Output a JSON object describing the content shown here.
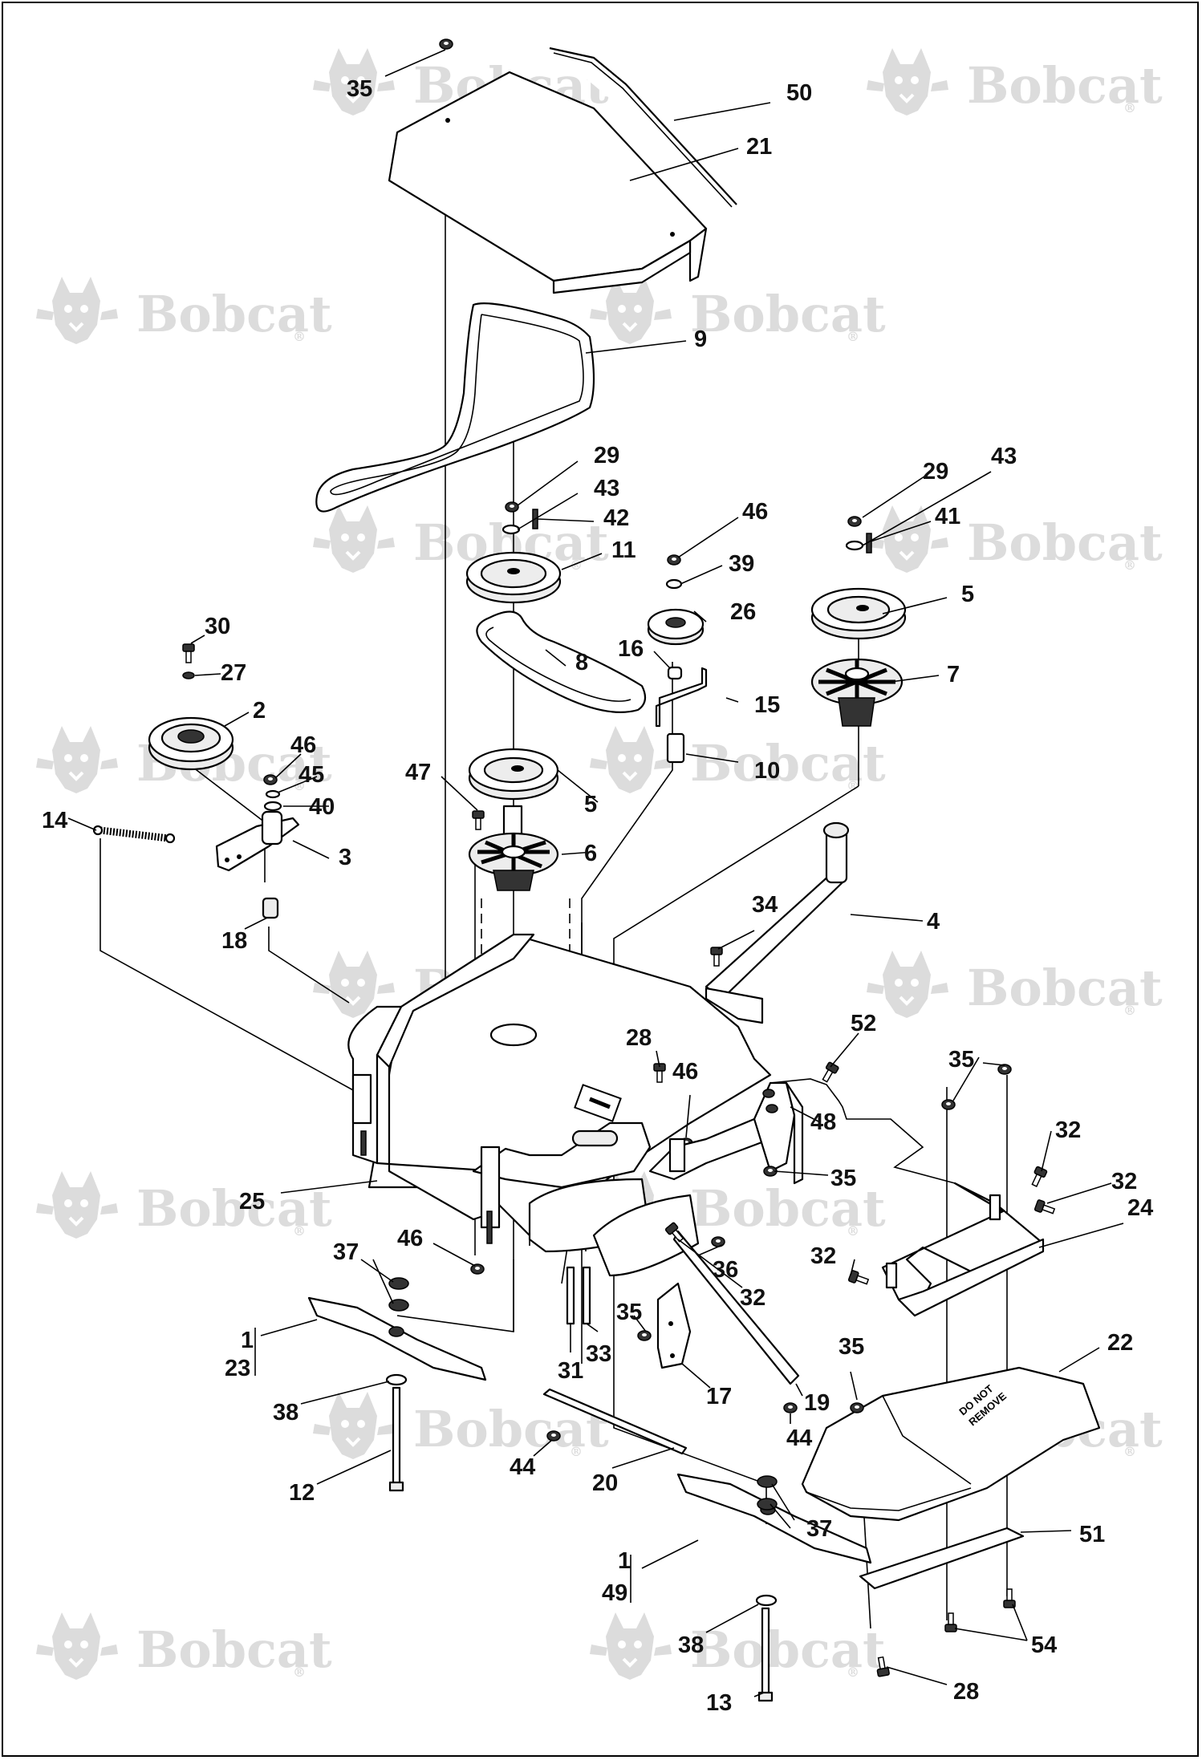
{
  "watermark": {
    "text": "Bobcat",
    "registered": "®",
    "color": "#dcdcdc"
  },
  "callouts": [
    {
      "id": "c35a",
      "text": "35"
    },
    {
      "id": "c50",
      "text": "50"
    },
    {
      "id": "c21",
      "text": "21"
    },
    {
      "id": "c9",
      "text": "9"
    },
    {
      "id": "c29a",
      "text": "29"
    },
    {
      "id": "c43a",
      "text": "43"
    },
    {
      "id": "c42",
      "text": "42"
    },
    {
      "id": "c11",
      "text": "11"
    },
    {
      "id": "c46a",
      "text": "46"
    },
    {
      "id": "c39",
      "text": "39"
    },
    {
      "id": "c26",
      "text": "26"
    },
    {
      "id": "c16",
      "text": "16"
    },
    {
      "id": "c15",
      "text": "15"
    },
    {
      "id": "c10",
      "text": "10"
    },
    {
      "id": "c29b",
      "text": "29"
    },
    {
      "id": "c43b",
      "text": "43"
    },
    {
      "id": "c41",
      "text": "41"
    },
    {
      "id": "c5a",
      "text": "5"
    },
    {
      "id": "c7",
      "text": "7"
    },
    {
      "id": "c30",
      "text": "30"
    },
    {
      "id": "c27",
      "text": "27"
    },
    {
      "id": "c2",
      "text": "2"
    },
    {
      "id": "c8",
      "text": "8"
    },
    {
      "id": "c46b",
      "text": "46"
    },
    {
      "id": "c45",
      "text": "45"
    },
    {
      "id": "c40",
      "text": "40"
    },
    {
      "id": "c14",
      "text": "14"
    },
    {
      "id": "c3",
      "text": "3"
    },
    {
      "id": "c47",
      "text": "47"
    },
    {
      "id": "c5b",
      "text": "5"
    },
    {
      "id": "c6",
      "text": "6"
    },
    {
      "id": "c18",
      "text": "18"
    },
    {
      "id": "c34",
      "text": "34"
    },
    {
      "id": "c4",
      "text": "4"
    },
    {
      "id": "c52",
      "text": "52"
    },
    {
      "id": "c28a",
      "text": "28"
    },
    {
      "id": "c46c",
      "text": "46"
    },
    {
      "id": "c48",
      "text": "48"
    },
    {
      "id": "c35b",
      "text": "35"
    },
    {
      "id": "c35c",
      "text": "35"
    },
    {
      "id": "c32a",
      "text": "32"
    },
    {
      "id": "c32b",
      "text": "32"
    },
    {
      "id": "c24",
      "text": "24"
    },
    {
      "id": "c25",
      "text": "25"
    },
    {
      "id": "c46d",
      "text": "46"
    },
    {
      "id": "c37a",
      "text": "37"
    },
    {
      "id": "c1a",
      "text": "1"
    },
    {
      "id": "c23",
      "text": "23"
    },
    {
      "id": "c36",
      "text": "36"
    },
    {
      "id": "c32c",
      "text": "32"
    },
    {
      "id": "c32d",
      "text": "32"
    },
    {
      "id": "c35d",
      "text": "35"
    },
    {
      "id": "c33",
      "text": "33"
    },
    {
      "id": "c31",
      "text": "31"
    },
    {
      "id": "c17",
      "text": "17"
    },
    {
      "id": "c19",
      "text": "19"
    },
    {
      "id": "c38a",
      "text": "38"
    },
    {
      "id": "c44a",
      "text": "44"
    },
    {
      "id": "c44b",
      "text": "44"
    },
    {
      "id": "c22",
      "text": "22"
    },
    {
      "id": "c35e",
      "text": "35"
    },
    {
      "id": "c12",
      "text": "12"
    },
    {
      "id": "c20",
      "text": "20"
    },
    {
      "id": "c37b",
      "text": "37"
    },
    {
      "id": "c51",
      "text": "51"
    },
    {
      "id": "c1b",
      "text": "1"
    },
    {
      "id": "c49",
      "text": "49"
    },
    {
      "id": "c38b",
      "text": "38"
    },
    {
      "id": "c54",
      "text": "54"
    },
    {
      "id": "c13",
      "text": "13"
    },
    {
      "id": "c28b",
      "text": "28"
    }
  ],
  "decal_text": [
    "DO NOT",
    "REMOVE"
  ]
}
